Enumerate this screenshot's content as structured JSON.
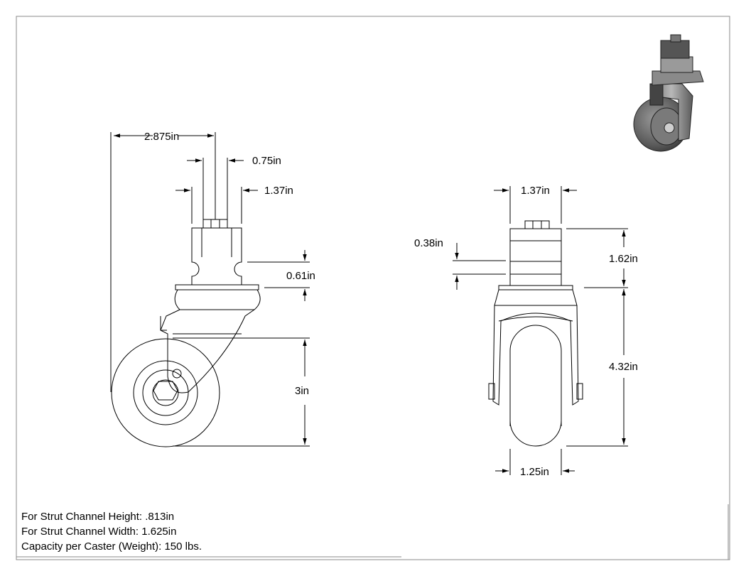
{
  "drawing": {
    "side_view": {
      "dims": {
        "overall_width": "2.875in",
        "hex_width": "0.75in",
        "stem_width": "1.37in",
        "slot_height": "0.61in",
        "wheel_height": "3in"
      }
    },
    "front_view": {
      "dims": {
        "stem_width": "1.37in",
        "slot_offset": "0.38in",
        "stem_height": "1.62in",
        "body_height": "4.32in",
        "wheel_width": "1.25in"
      }
    },
    "notes": [
      "For Strut Channel Height: .813in",
      "For Strut Channel Width: 1.625in",
      "Capacity per Caster (Weight): 150 lbs."
    ]
  }
}
